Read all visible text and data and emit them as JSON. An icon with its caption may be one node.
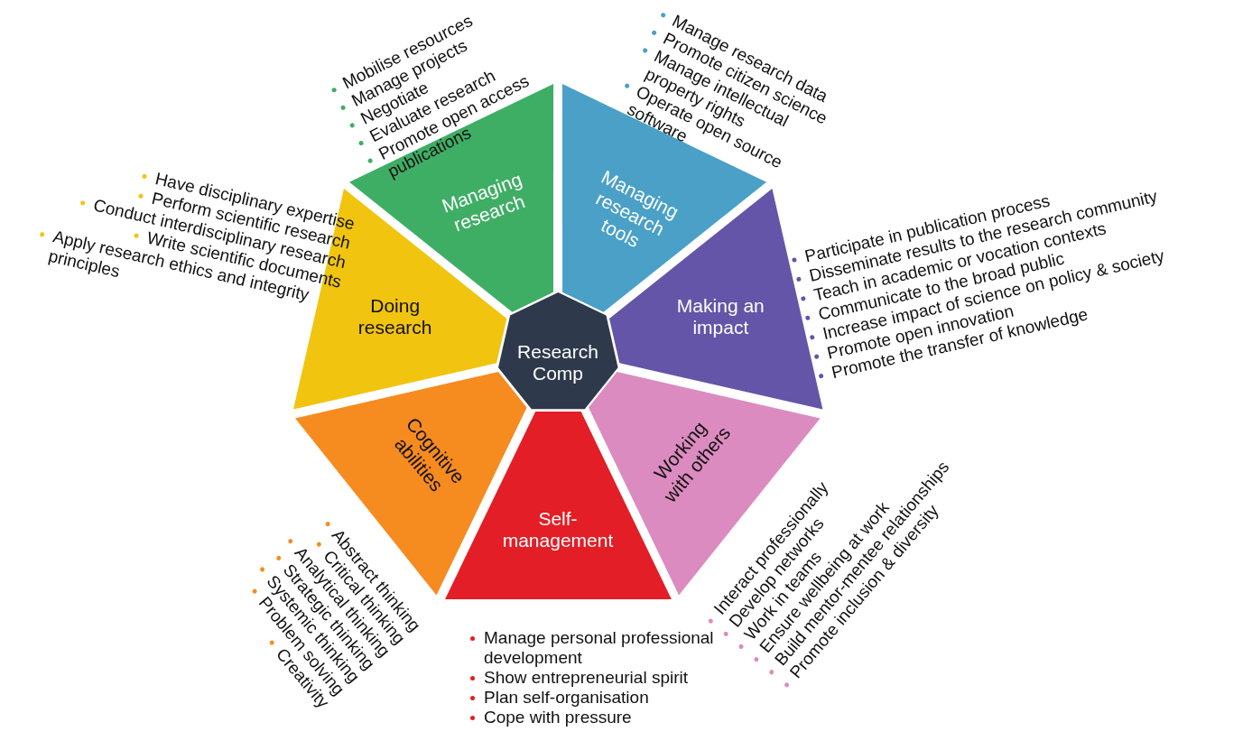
{
  "diagram": {
    "nodes": [
      {
        "text": [
          "Managing research"
        ],
        "beside": [
          "Mobilise resources",
          "Manage projects",
          "Negotiate",
          "Evaluate research",
          "Promote open access publications"
        ]
      },
      {
        "text": [
          "Managing research tools"
        ],
        "beside": [
          "Manage research data",
          "Promote citizen science",
          "Manage intellectual property rights",
          "Operate open source software"
        ]
      },
      {
        "text": [
          "Doing research"
        ],
        "beside": [
          "Have disciplinary expertise",
          "Perform scientific research",
          "Conduct interdisciplinary research",
          "Write  scientific documents",
          "Apply research ethics and integrity principles"
        ]
      },
      {
        "text": [
          "Research Comp"
        ]
      },
      {
        "text": [
          "Making an impact"
        ],
        "beside": [
          "Participate in publication process",
          "Disseminate results to the research community",
          "Teach in academic or vocation contexts",
          "Communicate to the broad public",
          "Increase impact of science on policy & society",
          "Promote open innovation",
          "Promote the transfer of knowledge"
        ]
      },
      {
        "text": [
          "Cognitive abilities"
        ],
        "beside": [
          "Abstract thinking",
          "Critical thinking",
          "Analytical thinking",
          "Strategic thinking",
          "Systemic thinking",
          "Problem solving",
          "Creativity"
        ]
      },
      {
        "text": [
          "Self-management"
        ],
        "beside": [
          "Manage personal professional development",
          "Show entrepreneurial spirit",
          "Plan self-organisation",
          "Cope with pressure"
        ]
      },
      {
        "text": [
          "Working with others"
        ],
        "beside": [
          "Interact professionally",
          "Develop networks",
          "Work in teams",
          "Ensure wellbeing at work",
          "Build mentor-mentee relationships",
          "Promote inclusion & diversity"
        ]
      }
    ],
    "edges": []
  }
}
